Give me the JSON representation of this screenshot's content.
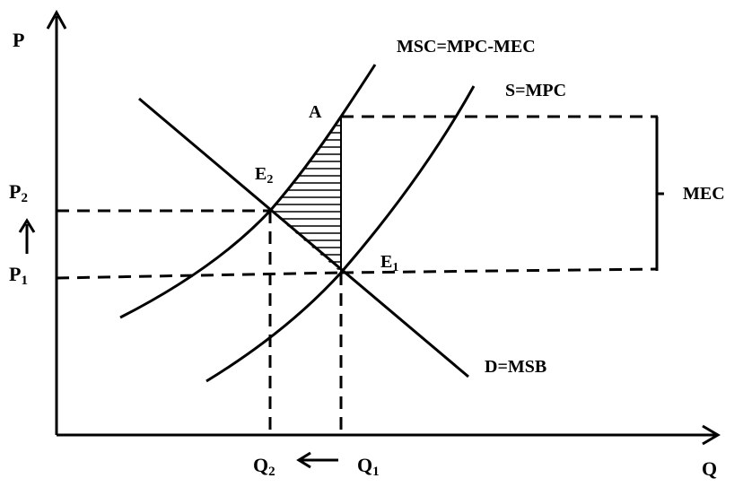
{
  "axes": {
    "y_label": "P",
    "x_label": "Q"
  },
  "curves": {
    "msc_label": "MSC=MPC-MEC",
    "supply_label": "S=MPC",
    "demand_label": "D=MSB"
  },
  "points": {
    "a_label": "A",
    "e2_main": "E",
    "e2_sub": "2",
    "e1_main": "E",
    "e1_sub": "1"
  },
  "prices": {
    "p2_main": "P",
    "p2_sub": "2",
    "p1_main": "P",
    "p1_sub": "1"
  },
  "quantities": {
    "q2_main": "Q",
    "q2_sub": "2",
    "q1_main": "Q",
    "q1_sub": "1"
  },
  "bracket": {
    "mec_label": "MEC"
  }
}
